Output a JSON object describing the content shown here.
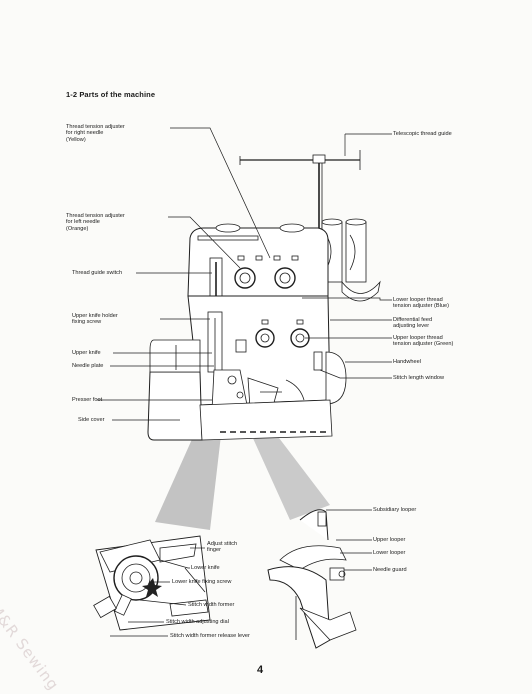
{
  "section_title": "1-2  Parts of the machine",
  "page_number": "4",
  "watermark": "M&R Sewing",
  "labels": {
    "tension_right": "Thread tension adjuster\nfor right needle\n(Yellow)",
    "telescopic": "Telescopic thread guide",
    "tension_left": "Thread tension adjuster\nfor left needle\n(Orange)",
    "thread_guide_switch": "Thread guide switch",
    "knife_holder": "Upper knife holder\nfixing screw",
    "upper_knife": "Upper knife",
    "needle_plate": "Needle plate",
    "presser_foot": "Presser foot",
    "side_cover": "Side cover",
    "lower_looper_tension": "Lower looper thread\ntension adjuster (Blue)",
    "diff_feed": "Differential feed\nadjusting lever",
    "upper_looper_tension": "Upper looper thread\ntension adjuster (Green)",
    "handwheel": "Handwheel",
    "stitch_length_window": "Stitch length window",
    "subsidiary_looper": "Subsidiary looper",
    "upper_looper": "Upper looper",
    "lower_looper": "Lower looper",
    "needle_guard": "Needle guard",
    "adjust_stitch_finger": "Adjust stitch\nfinger",
    "lower_knife": "Lower knife",
    "lower_knife_screw": "Lower knife fixing screw",
    "stitch_width_former": "Stitch width former",
    "stitch_width_dial": "Stitch width adjusting dial",
    "stitch_width_release": "Stitch width former release lever"
  }
}
